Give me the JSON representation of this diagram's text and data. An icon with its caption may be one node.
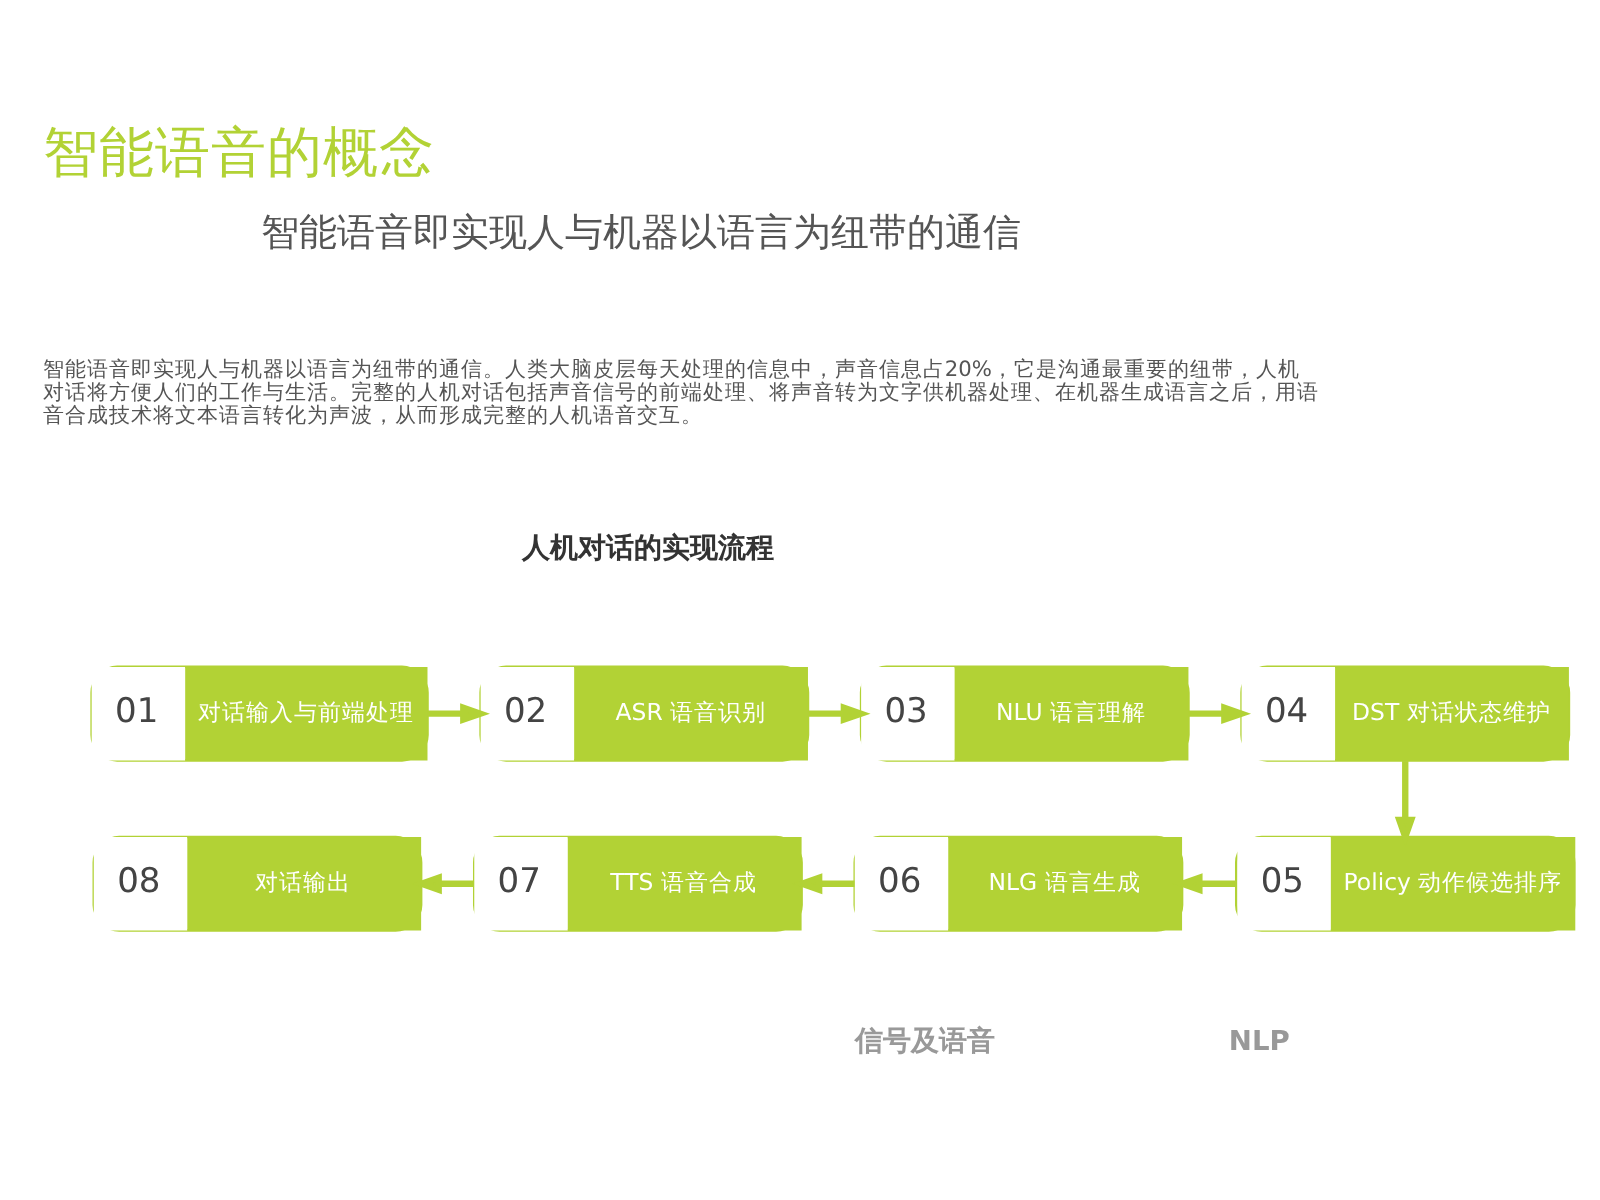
{
  "diagram": {
    "title": "智能语音的概念",
    "nodes": [
      {
        "text": [
          "01",
          "对话输入与前端处理"
        ]
      },
      {
        "text": [
          "02",
          "ASR 语音识别"
        ]
      },
      {
        "text": [
          "03",
          "NLU 语言理解"
        ]
      },
      {
        "text": [
          "04",
          "DST 对话状态维护"
        ]
      },
      {
        "text": [
          "05",
          "Policy 动作候选排序"
        ]
      },
      {
        "text": [
          "06",
          "NLG 语言生成"
        ]
      },
      {
        "text": [
          "07",
          "TTS 语音合成"
        ]
      },
      {
        "text": [
          "08",
          "对话输出"
        ]
      }
    ],
    "edges": [
      {
        "from": 0,
        "to": 1,
        "arrow": "to"
      },
      {
        "from": 1,
        "to": 2,
        "arrow": "to"
      },
      {
        "from": 2,
        "to": 3,
        "arrow": "to"
      },
      {
        "from": 3,
        "to": 4,
        "arrow": "to"
      },
      {
        "from": 4,
        "to": 5,
        "arrow": "to"
      },
      {
        "from": 5,
        "to": 6,
        "arrow": "to"
      },
      {
        "from": 6,
        "to": 7,
        "arrow": "to"
      }
    ],
    "labels": [
      "智能语音即实现人与机器以语言为纽带的通信",
      "智能语音即实现人与机器以语言为纽带的通信。人类大脑皮层每天处理的信息中，声音信息占20%，它是沟通最重要的纽带，人机对话将方便人们的工作与生活。完整的人机对话包括声音信号的前端处理、将声音转为文字供机器处理、在机器生成语言之后，用语音合成技术将文本语言转化为声波，从而形成完整的人机语音交互。",
      "人机对话的实现流程",
      "信号及语音",
      "NLP"
    ]
  }
}
